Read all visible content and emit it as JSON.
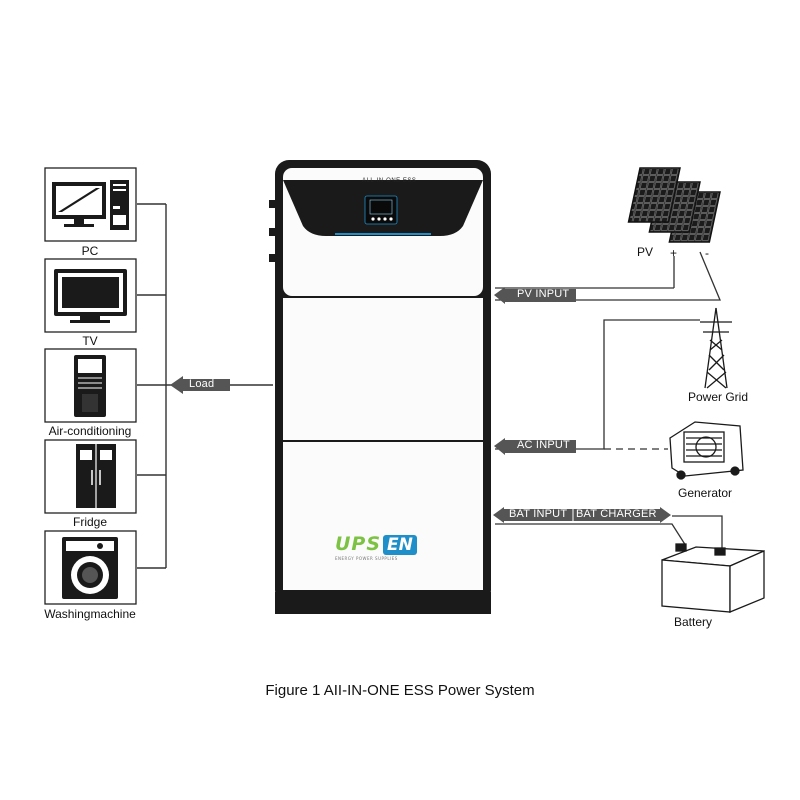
{
  "devices": [
    {
      "label": "PC",
      "icon": "pc-icon"
    },
    {
      "label": "TV",
      "icon": "tv-icon"
    },
    {
      "label": "Air-conditioning",
      "icon": "air-conditioner-icon"
    },
    {
      "label": "Fridge",
      "icon": "fridge-icon"
    },
    {
      "label": "Washingmachine",
      "icon": "washing-machine-icon"
    }
  ],
  "flows": {
    "load": "Load",
    "pv_input": "PV INPUT",
    "ac_input": "AC INPUT",
    "bat_input": "BAT INPUT",
    "bat_charger": "BAT CHARGER"
  },
  "sources": {
    "pv": {
      "label": "PV",
      "plus": "+",
      "minus": "-"
    },
    "power_grid": "Power Grid",
    "generator": "Generator",
    "battery": "Battery"
  },
  "unit": {
    "header_text": "ALL-IN-ONE ESS",
    "brand_ups": "UPS",
    "brand_en": "EN",
    "brand_tagline": "ENERGY POWER SUPPLIES"
  },
  "caption": "Figure 1 AII-IN-ONE ESS Power System",
  "colors": {
    "arrow_fill": "#555555",
    "line": "#333333",
    "accent_blue": "#1e8fc8",
    "accent_green": "#7cc243"
  }
}
